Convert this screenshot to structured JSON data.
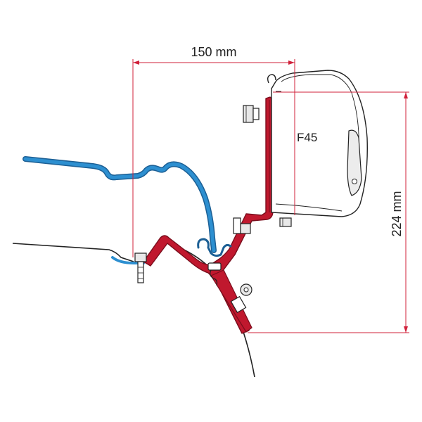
{
  "dimensions": {
    "width_label": "150 mm",
    "height_label": "224 mm"
  },
  "labels": {
    "awning_model": "F45"
  },
  "colors": {
    "bracket": "#c0182e",
    "bracket_dark": "#7a0d1c",
    "roof_profile": "#2d8fd0",
    "roof_profile_dark": "#1c5f94",
    "dimension_line": "#d0203a",
    "outline": "#222222",
    "awning_fill": "#ffffff",
    "awning_shade": "#cfcfcf"
  }
}
